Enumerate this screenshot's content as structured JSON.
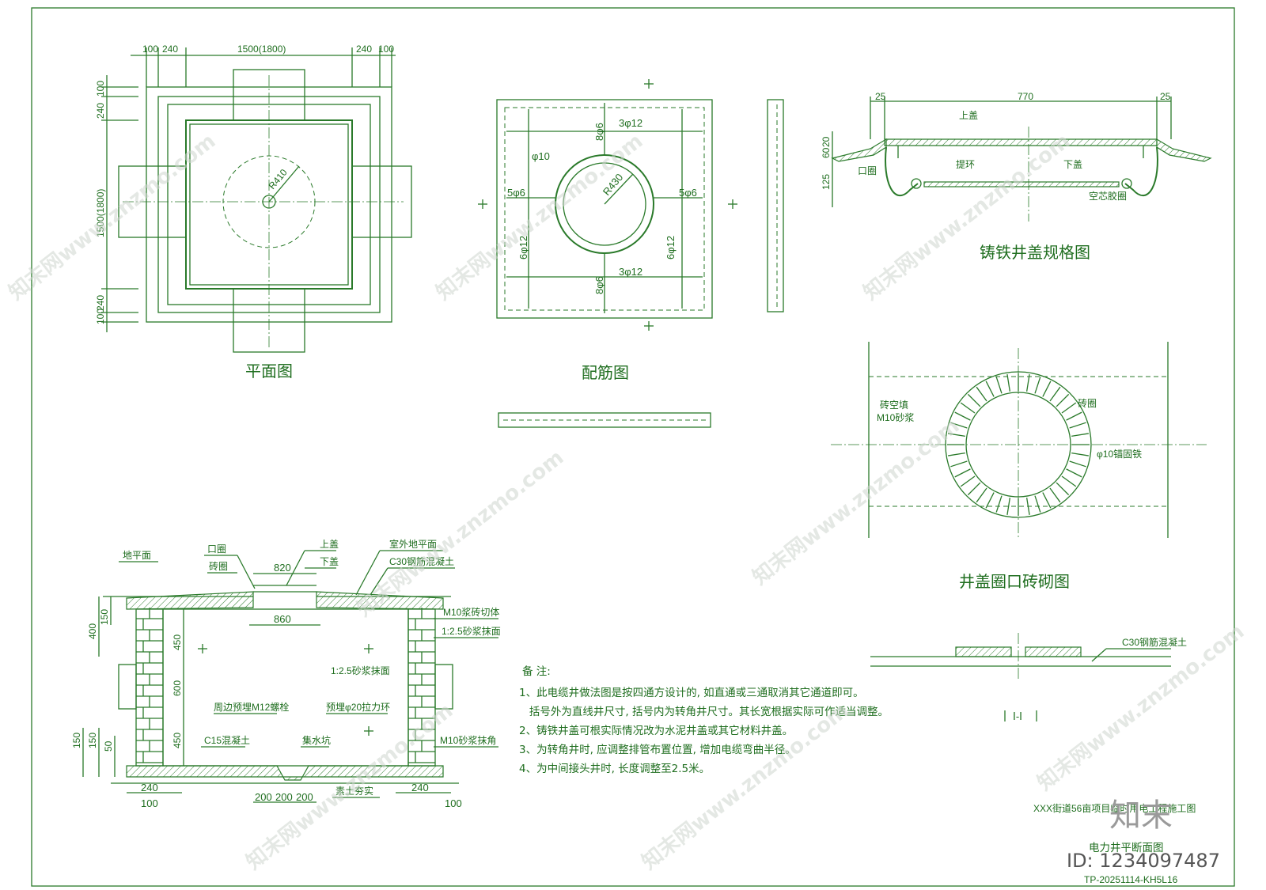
{
  "views": {
    "plan": {
      "title": "平面图",
      "dims_top": [
        "100",
        "240",
        "1500(1800)",
        "240",
        "100"
      ],
      "dims_left": [
        "100",
        "240",
        "1500(1800)",
        "240",
        "100"
      ],
      "radius": "R410"
    },
    "rebar": {
      "title": "配筋图",
      "labels": {
        "top_count": "3φ12",
        "bottom_count": "3φ12",
        "left_count": "5φ6",
        "right_count": "5φ6",
        "ring_bar": "φ10",
        "top_v": "8φ6",
        "bottom_v": "8φ6",
        "left_v": "6φ12",
        "right_v": "6φ12",
        "radius": "R430"
      }
    },
    "cover": {
      "title": "铸铁井盖规格图",
      "dims": [
        "25",
        "770",
        "25",
        "20",
        "60",
        "125"
      ],
      "labels": [
        "上盖",
        "提环",
        "下盖",
        "口圈",
        "空芯胶圈"
      ]
    },
    "ring": {
      "title": "井盖圈口砖砌图",
      "labels": [
        "砖空填",
        "M10砂浆",
        "砖圈",
        "φ10锚固铁"
      ]
    },
    "section": {
      "labels": {
        "top_ring": "口圈",
        "brick_ring": "砖圈",
        "upper_cover": "上盖",
        "lower_cover": "下盖",
        "outdoor": "室外地平面",
        "concrete": "C30钢筋混凝土",
        "ground": "地平面",
        "brick_masonry": "M10浆砖切体",
        "plaster_right": "1:2.5砂浆抹面",
        "plaster_inner": "1:2.5砂浆抹面",
        "bolt": "周边预埋M12螺栓",
        "ring_embed": "预埋φ20拉力环",
        "c15": "C15混凝土",
        "sump": "集水坑",
        "corner": "M10砂浆抹角",
        "soil": "素土夯实"
      },
      "dims": [
        "820",
        "860",
        "400",
        "150",
        "450",
        "600",
        "450",
        "150",
        "150",
        "50",
        "240",
        "100",
        "200",
        "200",
        "200",
        "240",
        "100"
      ]
    },
    "detail": {
      "label": "C30钢筋混凝土",
      "section_mark": "Ⅰ-Ⅰ"
    }
  },
  "notes": {
    "heading": "备 注:",
    "items": [
      "1、此电缆井做法图是按四通方设计的, 如直通或三通取消其它通道即可。",
      "   括号外为直线井尺寸, 括号内为转角井尺寸。其长宽根据实际可作适当调整。",
      "2、铸铁井盖可根实际情况改为水泥井盖或其它材料井盖。",
      "3、为转角井时, 应调整排管布置位置, 增加电缆弯曲半径。",
      "4、为中间接头井时, 长度调整至2.5米。"
    ]
  },
  "title_block": {
    "project": "XXX街道56亩项目临时用电工程施工图",
    "drawing_name": "电力井平断面图",
    "drawing_no": "TP-20251114-KH5L16"
  },
  "watermark": {
    "text": "知末网www.znzmo.com",
    "logo": "知末",
    "id": "ID: 1234097487"
  },
  "colors": {
    "line": "#2a7a2a",
    "text": "#1f6e1f"
  }
}
